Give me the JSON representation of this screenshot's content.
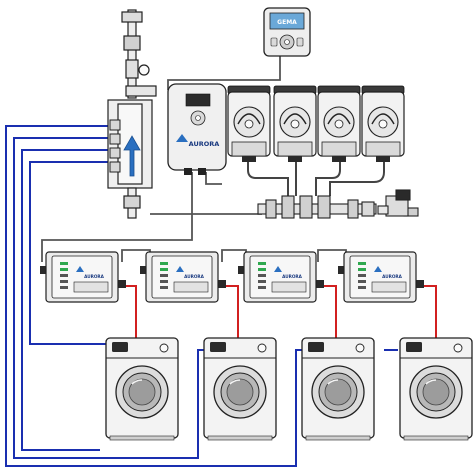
{
  "controller_display": {
    "brand": "GEMA"
  },
  "main_unit": {
    "brand": "AURORA"
  },
  "wash_controllers": [
    {
      "index": 1,
      "brand": "AURORA"
    },
    {
      "index": 2,
      "brand": "AURORA"
    },
    {
      "index": 3,
      "brand": "AURORA"
    },
    {
      "index": 4,
      "brand": "AURORA"
    }
  ],
  "pumps": [
    {
      "index": 1
    },
    {
      "index": 2
    },
    {
      "index": 3
    },
    {
      "index": 4
    }
  ],
  "washers": [
    {
      "index": 1
    },
    {
      "index": 2
    },
    {
      "index": 3
    },
    {
      "index": 4
    }
  ],
  "colors": {
    "signal_line": "#1a2fb0",
    "trigger_line": "#d22020",
    "hose": "#555555",
    "chassis": "#e8e8e8",
    "outline": "#222222",
    "display": "#6aa8d8",
    "flow_arrow": "#2a6fc0",
    "led_green": "#2fa84f"
  }
}
